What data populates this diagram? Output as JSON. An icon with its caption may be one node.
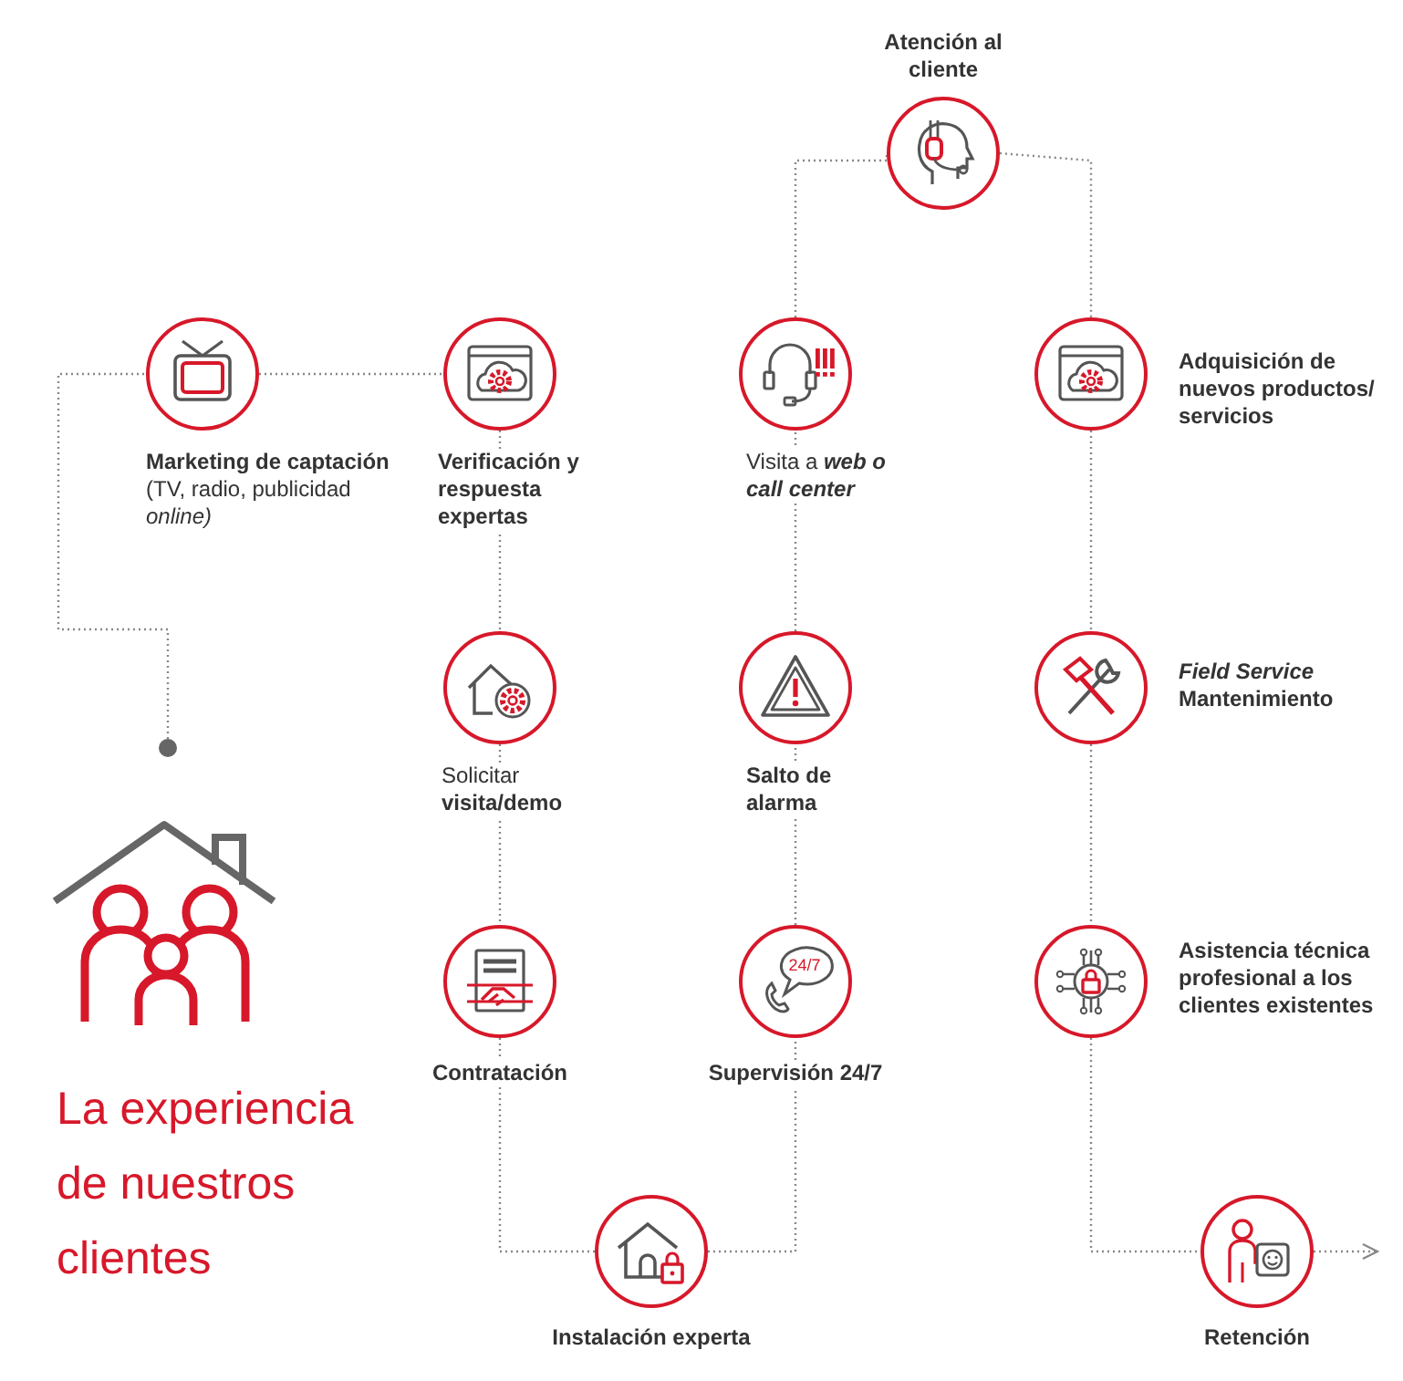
{
  "diagram": {
    "title": "La experiencia de nuestros clientes",
    "nodes": [
      {
        "text": [],
        "shape": "circle"
      },
      {
        "text": [
          "**Marketing de captación** (TV, radio, publicidad *online)*"
        ]
      },
      {
        "text": [
          "Verificación y respuesta expertas"
        ]
      },
      {
        "text": [
          "Solicitar **visita/demo**"
        ]
      },
      {
        "text": [
          "Contratación"
        ]
      },
      {
        "text": [
          "Instalación experta"
        ]
      },
      {
        "text": [
          "Supervisión 24/7"
        ]
      },
      {
        "text": [
          "Salto de alarma"
        ]
      },
      {
        "text": [
          "Visita a **web o call center**"
        ]
      },
      {
        "text": [
          "Atención al cliente"
        ]
      },
      {
        "text": [
          "Adquisición de nuevos productos/ servicios"
        ]
      },
      {
        "text": [
          "*Field Service* Mantenimiento"
        ]
      },
      {
        "text": [
          "Asistencia técnica profesional a los clientes existentes"
        ]
      },
      {
        "text": [
          "Retención"
        ]
      }
    ],
    "edges": [
      {
        "from": 0,
        "to": 1,
        "arrow": "none"
      },
      {
        "from": 1,
        "to": 2,
        "arrow": "none"
      },
      {
        "from": 2,
        "to": 3,
        "arrow": "none"
      },
      {
        "from": 3,
        "to": 4,
        "arrow": "none"
      },
      {
        "from": 4,
        "to": 5,
        "arrow": "none"
      },
      {
        "from": 5,
        "to": 6,
        "arrow": "none"
      },
      {
        "from": 6,
        "to": 7,
        "arrow": "none"
      },
      {
        "from": 7,
        "to": 8,
        "arrow": "none"
      },
      {
        "from": 8,
        "to": 9,
        "arrow": "none"
      },
      {
        "from": 9,
        "to": 10,
        "arrow": "none"
      },
      {
        "from": 10,
        "to": 11,
        "arrow": "none"
      },
      {
        "from": 11,
        "to": 12,
        "arrow": "none"
      },
      {
        "from": 12,
        "to": 13,
        "arrow": "none"
      },
      {
        "from": 13,
        "to": null,
        "arrow": "to"
      }
    ],
    "labels": [
      "24/7"
    ]
  }
}
